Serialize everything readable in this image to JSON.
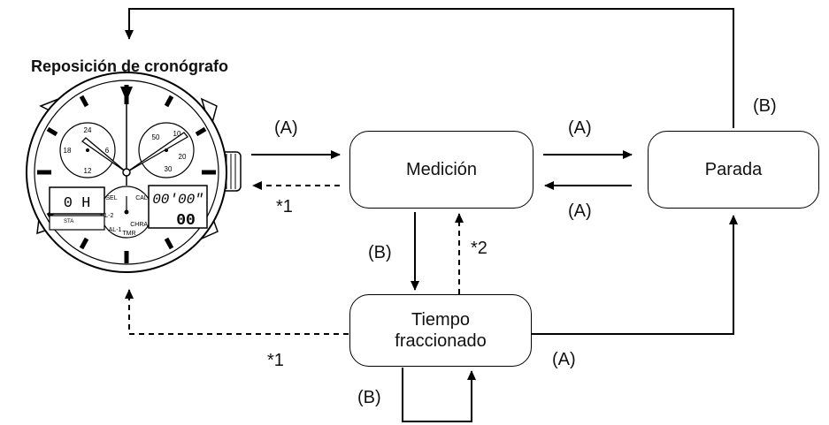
{
  "title": "Reposición de cronógrafo",
  "states": {
    "measure": "Medición",
    "stop": "Parada",
    "split_line1": "Tiempo",
    "split_line2": "fraccionado"
  },
  "labels": {
    "a_reset_to_measure": "(A)",
    "a_measure_to_stop": "(A)",
    "a_stop_to_measure": "(A)",
    "a_split_to_stop": "(A)",
    "b_stop_to_reset": "(B)",
    "b_measure_to_split": "(B)",
    "b_split_self": "(B)",
    "note1_measure": "*1",
    "note1_split": "*1",
    "note2": "*2"
  },
  "watch": {
    "lcd_left": "0 H",
    "lcd_right_top": "00'00\"",
    "lcd_right_bottom": "00",
    "sta": "STA",
    "dial_left_24": "24",
    "dial_left_18": "18",
    "dial_left_12": "12",
    "dial_left_6": "6",
    "dial_right_50": "50",
    "dial_right_20": "20",
    "dial_right_30": "30",
    "dial_right_10": "10",
    "mode_sel": "SEL",
    "mode_cal": "CAL",
    "mode_al2": "AL-2",
    "mode_al1": "AL-1",
    "mode_tmr": "TMR",
    "mode_chrace": "CHRACE"
  }
}
